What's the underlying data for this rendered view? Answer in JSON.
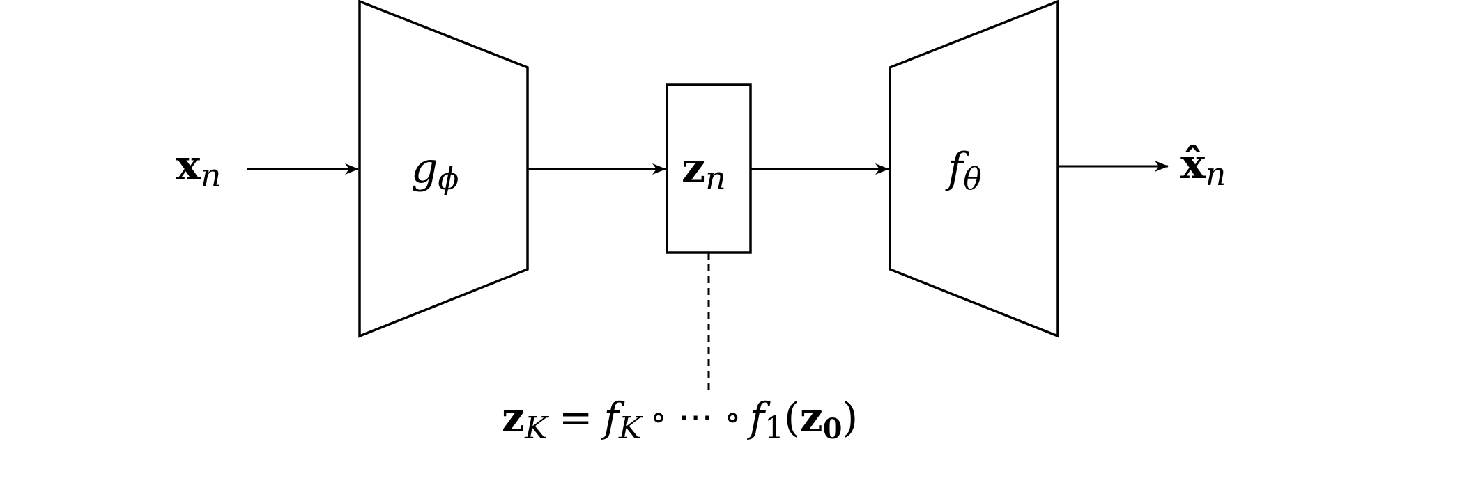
{
  "diagram": {
    "input": {
      "main": "x",
      "sub": "n"
    },
    "encoder": {
      "main": "g",
      "sub": "ϕ"
    },
    "latent": {
      "main": "z",
      "sub": "n"
    },
    "decoder": {
      "main": "f",
      "sub": "θ"
    },
    "output": {
      "main": "x̂",
      "sub": "n"
    },
    "flow": {
      "lhs_main": "z",
      "lhs_sub": "K",
      "eq": "=",
      "f1_main": "f",
      "f1_sub": "K",
      "comp": "∘ ⋯ ∘",
      "f2_main": "f",
      "f2_sub": "1",
      "paren_open": "(",
      "arg_main": "z",
      "arg_sub": "0",
      "paren_close": ")"
    }
  }
}
